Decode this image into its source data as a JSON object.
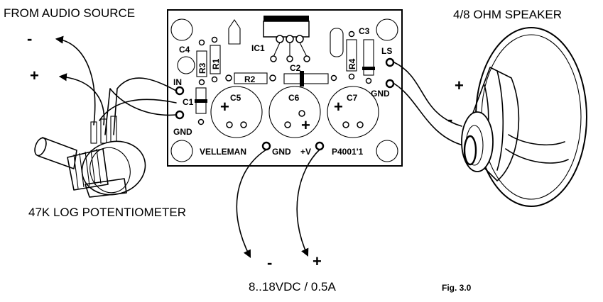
{
  "labels": {
    "from_audio_source": "FROM AUDIO SOURCE",
    "speaker": "4/8 OHM SPEAKER",
    "potentiometer": "47K LOG POTENTIOMETER",
    "supply": "8..18VDC / 0.5A",
    "figure": "Fig. 3.0"
  },
  "polarity": {
    "minus": "-",
    "plus": "+"
  },
  "pcb": {
    "c4": "C4",
    "r3": "R3",
    "r1": "R1",
    "ic1": "IC1",
    "c3": "C3",
    "r4": "R4",
    "ls": "LS",
    "r2": "R2",
    "c2": "C2",
    "in": "IN",
    "gnd": "GND",
    "c1": "C1",
    "c5": "C5",
    "c6": "C6",
    "c7": "C7",
    "brand": "VELLEMAN",
    "vplus": "+V",
    "part": "P4001'1"
  }
}
